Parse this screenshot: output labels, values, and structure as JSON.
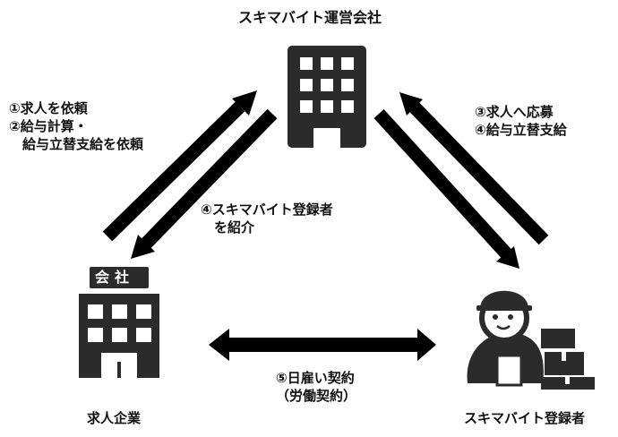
{
  "nodes": {
    "operator": {
      "label": "スキマバイト運営会社",
      "icon": "office-building-icon"
    },
    "company": {
      "label": "求人企業",
      "sign": "会社",
      "icon": "company-building-icon"
    },
    "worker": {
      "label": "スキマバイト登録者",
      "icon": "worker-with-boxes-icon"
    }
  },
  "edges": {
    "company_to_operator": {
      "lines": [
        "①求人を依頼",
        "②給与計算・",
        "　給与立替支給を依頼"
      ]
    },
    "operator_to_company": {
      "lines": [
        "④スキマバイト登録者",
        "　を紹介"
      ]
    },
    "worker_to_operator": {
      "lines": [
        "③求人へ応募",
        "④給与立替支給"
      ]
    },
    "company_worker": {
      "lines": [
        "⑤日雇い契約",
        "（労働契約）"
      ]
    }
  },
  "colors": {
    "ink": "#111111",
    "icon": "#2b2b2b",
    "background": "#ffffff"
  }
}
